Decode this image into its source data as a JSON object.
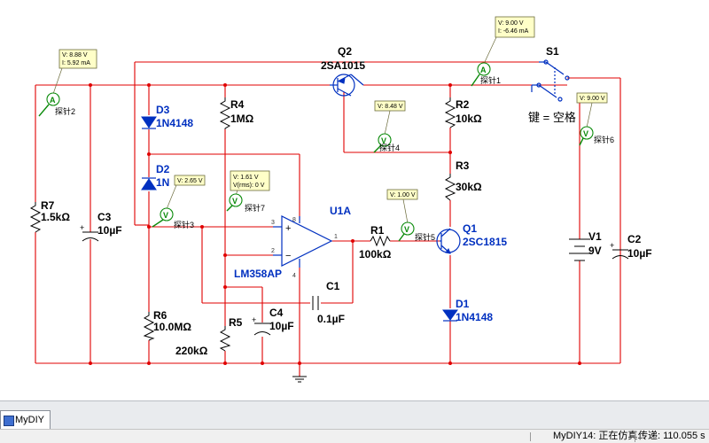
{
  "tab": {
    "label": "MyDIY"
  },
  "status": {
    "simulation": "MyDIY14: 正在仿真...",
    "transfer": "传递: 110.055 s"
  },
  "components": {
    "q2": {
      "ref": "Q2",
      "value": "2SA1015"
    },
    "s1": {
      "ref": "S1",
      "key": "键 = 空格"
    },
    "d3": {
      "ref": "D3",
      "value": "1N4148"
    },
    "d2": {
      "ref": "D2",
      "value": "1N"
    },
    "r4": {
      "ref": "R4",
      "value": "1MΩ"
    },
    "r2": {
      "ref": "R2",
      "value": "10kΩ"
    },
    "r3": {
      "ref": "R3",
      "value": "30kΩ"
    },
    "u1a": {
      "ref": "U1A",
      "value": "LM358AP"
    },
    "r1": {
      "ref": "R1",
      "value": "100kΩ"
    },
    "q1": {
      "ref": "Q1",
      "value": "2SC1815"
    },
    "r7": {
      "ref": "R7",
      "value": "1.5kΩ"
    },
    "c3": {
      "ref": "C3",
      "value": "10µF"
    },
    "c1": {
      "ref": "C1",
      "value": "0.1µF"
    },
    "d1": {
      "ref": "D1",
      "value": "1N4148"
    },
    "r6": {
      "ref": "R6",
      "value": "10.0MΩ"
    },
    "r5": {
      "ref": "R5",
      "value": "220kΩ"
    },
    "c4": {
      "ref": "C4",
      "value": "10µF"
    },
    "v1": {
      "ref": "V1",
      "value": "9V"
    },
    "c2": {
      "ref": "C2",
      "value": "10µF"
    }
  },
  "opamp_pins": {
    "p8": "8",
    "p3": "3",
    "p2": "2",
    "p1": "1",
    "p4": "4"
  },
  "probes": {
    "p1": {
      "label": "探针1",
      "v": "V: 9.00 V",
      "i": "I: -6.46 mA",
      "symbol": "A"
    },
    "p2": {
      "label": "探针2",
      "v": "V: 8.88 V",
      "i": "I: 5.92 mA",
      "symbol": "A"
    },
    "p3": {
      "label": "探针3",
      "v": "V: 2.65 V",
      "symbol": "V"
    },
    "p4": {
      "label": "探针4",
      "v": "V: 8.48 V",
      "symbol": "V"
    },
    "p5": {
      "label": "探针5",
      "v": "V: 1.00 V",
      "symbol": "V"
    },
    "p6": {
      "label": "探针6",
      "v": "V: 9.00 V",
      "symbol": "V"
    },
    "p7": {
      "label": "探针7",
      "v": "V: 1.61 V",
      "vrms": "V(rms): 0 V",
      "symbol": "V"
    }
  },
  "colors": {
    "wire": "#e00000",
    "component": "#0030c0",
    "probe": "#0a8a0a",
    "tooltip": "#ffffc8"
  }
}
